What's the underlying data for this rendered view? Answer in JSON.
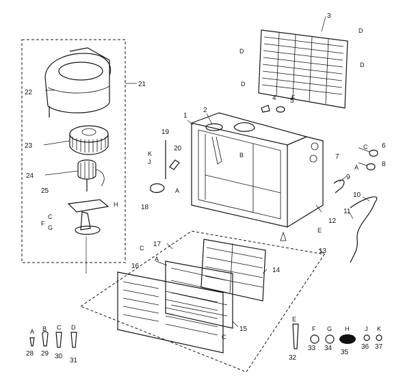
{
  "labels": {
    "p1": "1",
    "p2": "2",
    "p3": "3",
    "p4": "4",
    "p5": "5",
    "p6": "6",
    "p7": "7",
    "p8": "8",
    "p9": "9",
    "p10": "10",
    "p11": "11",
    "p12": "12",
    "p13": "13",
    "p14": "14",
    "p15": "15",
    "p16": "16",
    "p17": "17",
    "p18": "18",
    "p19": "19",
    "p20": "20",
    "p21": "21",
    "p22": "22",
    "p23": "23",
    "p24": "24",
    "p25": "25",
    "p28": "28",
    "p29": "29",
    "p30": "30",
    "p31": "31",
    "p32": "32",
    "p33": "33",
    "p34": "34",
    "p35": "35",
    "p36": "36",
    "p37": "37",
    "A": "A",
    "B": "B",
    "C": "C",
    "D": "D",
    "E": "E",
    "F": "F",
    "G": "G",
    "H": "H",
    "J": "J",
    "K": "K"
  }
}
